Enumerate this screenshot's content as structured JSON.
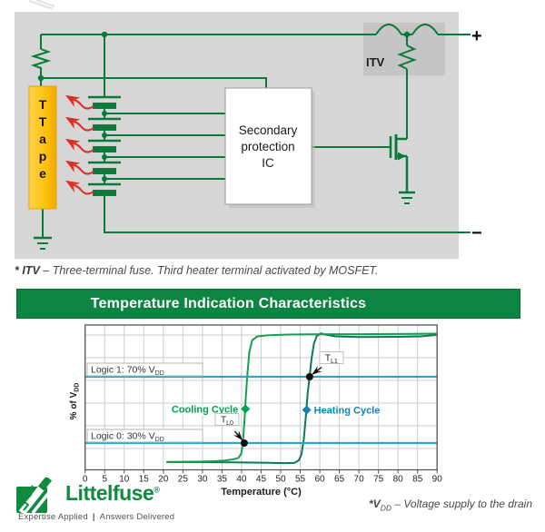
{
  "circuit": {
    "ttape_letters": [
      "T",
      "T",
      "a",
      "p",
      "e"
    ],
    "itv_label": "ITV",
    "ic_lines": [
      "Secondary",
      "protection",
      "IC"
    ],
    "plus_terminal": "+",
    "minus_terminal": "−",
    "footnote_prefix": "* ITV",
    "footnote_rest": " – Three-terminal fuse. Third heater terminal activated by MOSFET."
  },
  "chart": {
    "title": "Temperature Indication Characteristics"
  },
  "chart_data": {
    "type": "line",
    "title": "Temperature Indication Characteristics",
    "xlabel": "Temperature (°C)",
    "ylabel_prefix": "% of V",
    "ylabel_sub": "DD",
    "x_axis": {
      "min": 0,
      "max": 90,
      "step": 5
    },
    "series": [
      {
        "name": "Heating Cycle",
        "color": "#0d7a50",
        "points": [
          [
            20.8,
            18.5
          ],
          [
            30,
            18.4
          ],
          [
            40,
            18.3
          ],
          [
            47,
            18.1
          ],
          [
            51,
            17.9
          ],
          [
            53.5,
            18.0
          ],
          [
            54.6,
            19.5
          ],
          [
            55.3,
            23
          ],
          [
            55.9,
            32
          ],
          [
            56.4,
            45
          ],
          [
            56.9,
            60
          ],
          [
            57.4,
            70
          ],
          [
            57.9,
            81
          ],
          [
            58.5,
            90
          ],
          [
            59.2,
            94.5
          ],
          [
            60.3,
            96.2
          ],
          [
            61.5,
            95.4
          ],
          [
            64,
            94.4
          ],
          [
            70,
            94.0
          ],
          [
            80,
            94.1
          ],
          [
            86,
            94.4
          ],
          [
            89.8,
            95.3
          ]
        ]
      },
      {
        "name": "Cooling Cycle",
        "color": "#14a04f",
        "points": [
          [
            89.8,
            96.0
          ],
          [
            80,
            95.8
          ],
          [
            70,
            95.7
          ],
          [
            60,
            95.7
          ],
          [
            52,
            95.5
          ],
          [
            47,
            95.1
          ],
          [
            44,
            94.3
          ],
          [
            42.7,
            92
          ],
          [
            42.0,
            85
          ],
          [
            41.5,
            72
          ],
          [
            41.1,
            58
          ],
          [
            40.7,
            42
          ],
          [
            40.3,
            29
          ],
          [
            39.9,
            23.5
          ],
          [
            39.2,
            21
          ],
          [
            38,
            20.2
          ],
          [
            36,
            19.5
          ],
          [
            33.5,
            19.1
          ],
          [
            29,
            18.8
          ],
          [
            20.8,
            18.6
          ]
        ]
      }
    ],
    "thresholds": [
      {
        "label_prefix": "Logic 1: 70% V",
        "label_sub": "DD",
        "pct": 70
      },
      {
        "label_prefix": "Logic 0: 30% V",
        "label_sub": "DD",
        "pct": 30
      }
    ],
    "markers": [
      {
        "label_prefix": "T",
        "label_sub": "L1",
        "temp": 57.4,
        "pct": 70,
        "dx": 24,
        "dy": -21
      },
      {
        "label_prefix": "T",
        "label_sub": "L0",
        "temp": 40.7,
        "pct": 30,
        "dx": -19,
        "dy": -26
      }
    ],
    "cycle_labels": [
      {
        "text": "Cooling Cycle",
        "color": "#00a050",
        "temp": 41.0,
        "pct": 50.6,
        "side": "left"
      },
      {
        "text": "Heating Cycle",
        "color": "#0d85b5",
        "temp": 56.65,
        "pct": 50,
        "side": "right"
      }
    ],
    "threshold_color": "#29a7cd"
  },
  "footer": {
    "brand": "Littelfuse",
    "reg": "®",
    "tagline_left": "Expertise Applied",
    "tagline_sep": "|",
    "tagline_right": "Answers Delivered",
    "vdd_prefix": "*V",
    "vdd_sub": "DD",
    "vdd_rest": "– Voltage supply to the drain"
  }
}
